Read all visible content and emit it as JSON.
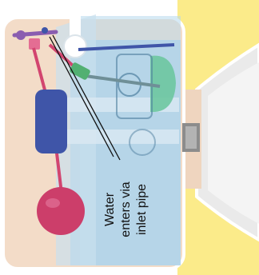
{
  "callout": {
    "line1": "Water",
    "line2": "enters via",
    "line3": "inlet pipe"
  },
  "colors": {
    "background": "#ffffff",
    "yellow_panel": "#fbeb8a",
    "tank_body": "#f3dcc8",
    "tank_outline": "#ffffff",
    "water": "#a9cee6",
    "blue_panel": "#b6d8ec",
    "inlet_valve": "#3f55a8",
    "float_arm": "#d2456f",
    "float_ball": "#cc3e6a",
    "flush_mechanism": "#6dc7a0",
    "lever_arm": "#6f8f97",
    "bowl": "#eaeaea",
    "pipe": "#8c8c8c",
    "purple_valve": "#8a5db0",
    "callout_line": "#111111"
  }
}
